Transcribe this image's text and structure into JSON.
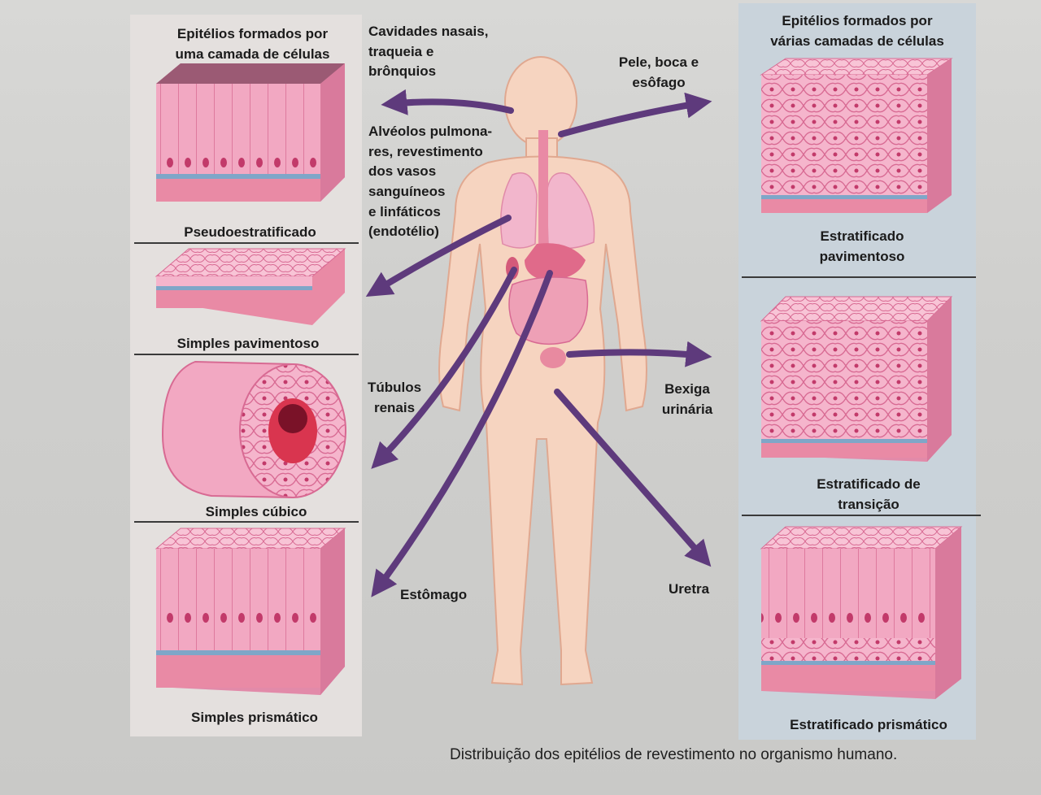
{
  "caption": "Distribuição dos epitélios de revestimento no organismo humano.",
  "left": {
    "heading": [
      "Epitélios formados por",
      "uma camada de células"
    ],
    "tissues": [
      "Pseudoestratificado",
      "Simples pavimentoso",
      "Simples cúbico",
      "Simples prismático"
    ]
  },
  "right": {
    "heading": [
      "Epitélios formados por",
      "várias camadas de células"
    ],
    "tissues": [
      [
        "Estratificado",
        "pavimentoso"
      ],
      [
        "Estratificado de",
        "transição"
      ],
      [
        "Estratificado prismático"
      ]
    ]
  },
  "organs": {
    "nasal": [
      "Cavidades nasais,",
      "traqueia e",
      "brônquios"
    ],
    "alveoli": [
      "Alvéolos pulmona-",
      "res, revestimento",
      "dos vasos",
      "sanguíneos",
      "e linfáticos",
      "(endotélio)"
    ],
    "tubules": [
      "Túbulos",
      "renais"
    ],
    "stomach": [
      "Estômago"
    ],
    "skin": [
      "Pele, boca e",
      "esôfago"
    ],
    "bladder": [
      "Bexiga",
      "urinária"
    ],
    "urethra": [
      "Uretra"
    ]
  },
  "colors": {
    "arrow": "#5e3a7c",
    "tissue": "#f2a8c2",
    "tissue_dark": "#d86a93",
    "skin": "#f6d4c0"
  }
}
